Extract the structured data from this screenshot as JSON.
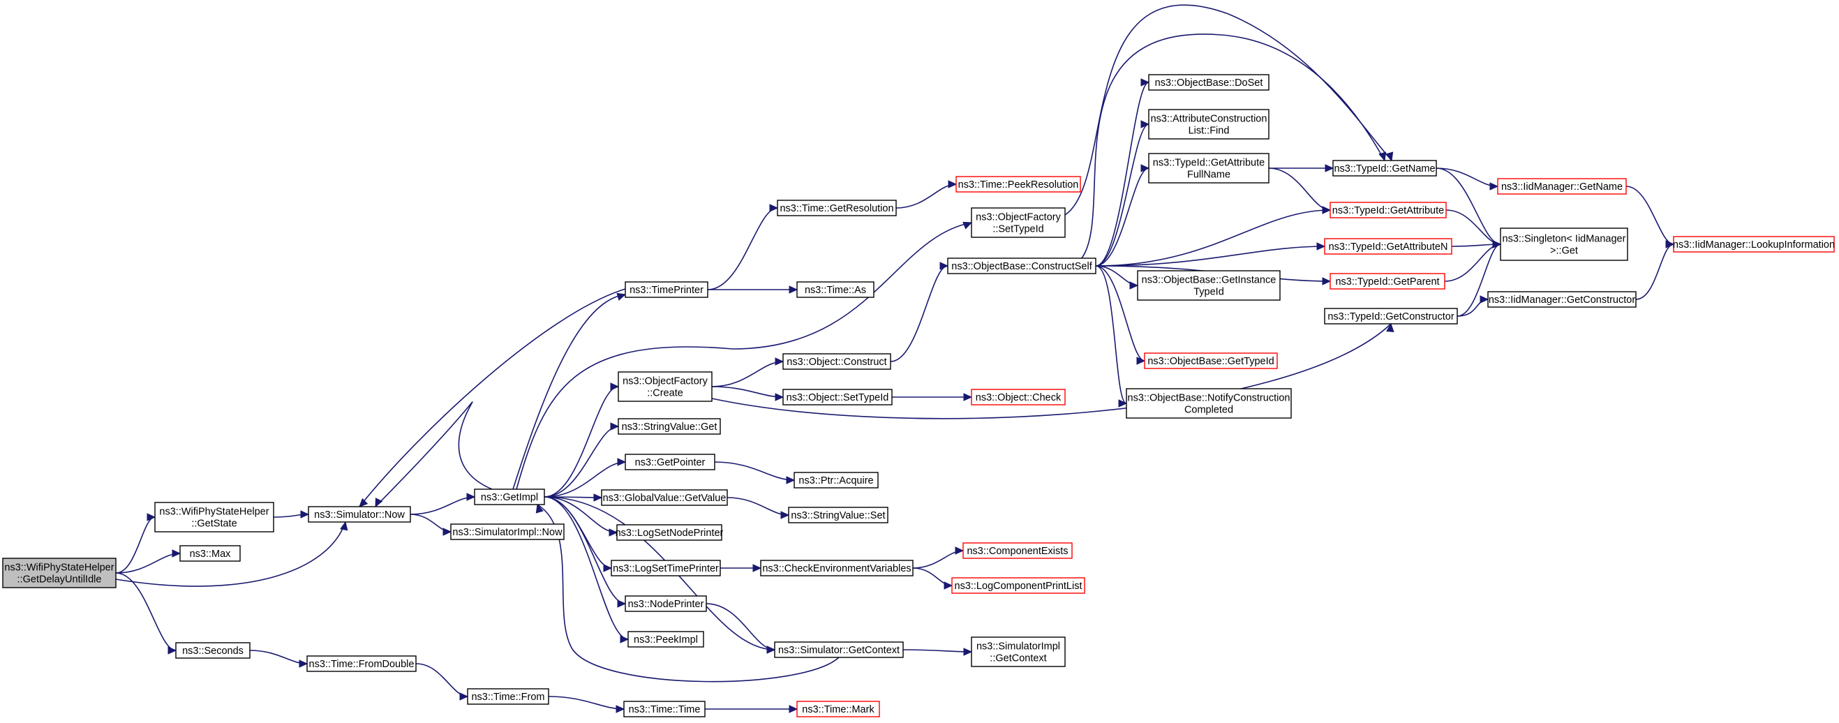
{
  "colors": {
    "edge": "#191970",
    "box_border": "#000000",
    "truncated_border": "#ff0000",
    "root_fill": "#bfbfbf",
    "node_fill": "#ffffff",
    "text": "#000000"
  },
  "graph": {
    "type": "call-graph",
    "nodes": [
      {
        "id": "root",
        "lines": [
          "ns3::WifiPhyStateHelper",
          "::GetDelayUntilIdle"
        ],
        "root": true
      },
      {
        "id": "getstate",
        "lines": [
          "ns3::WifiPhyStateHelper",
          "::GetState"
        ]
      },
      {
        "id": "max",
        "lines": [
          "ns3::Max"
        ]
      },
      {
        "id": "seconds",
        "lines": [
          "ns3::Seconds"
        ]
      },
      {
        "id": "simnow",
        "lines": [
          "ns3::Simulator::Now"
        ]
      },
      {
        "id": "getimpl",
        "lines": [
          "ns3::GetImpl"
        ]
      },
      {
        "id": "simimplnow",
        "lines": [
          "ns3::SimulatorImpl::Now"
        ]
      },
      {
        "id": "fromdouble",
        "lines": [
          "ns3::Time::FromDouble"
        ]
      },
      {
        "id": "timefrom",
        "lines": [
          "ns3::Time::From"
        ]
      },
      {
        "id": "timetime",
        "lines": [
          "ns3::Time::Time"
        ]
      },
      {
        "id": "timemark",
        "lines": [
          "ns3::Time::Mark"
        ],
        "truncated": true
      },
      {
        "id": "timeprinter",
        "lines": [
          "ns3::TimePrinter"
        ]
      },
      {
        "id": "getresolution",
        "lines": [
          "ns3::Time::GetResolution"
        ]
      },
      {
        "id": "peekresolution",
        "lines": [
          "ns3::Time::PeekResolution"
        ],
        "truncated": true
      },
      {
        "id": "timeas",
        "lines": [
          "ns3::Time::As"
        ]
      },
      {
        "id": "ofcreate",
        "lines": [
          "ns3::ObjectFactory",
          "::Create"
        ]
      },
      {
        "id": "objconstruct",
        "lines": [
          "ns3::Object::Construct"
        ]
      },
      {
        "id": "objsettypeid",
        "lines": [
          "ns3::Object::SetTypeId"
        ]
      },
      {
        "id": "objcheck",
        "lines": [
          "ns3::Object::Check"
        ],
        "truncated": true
      },
      {
        "id": "stringvalueget",
        "lines": [
          "ns3::StringValue::Get"
        ]
      },
      {
        "id": "getpointer",
        "lines": [
          "ns3::GetPointer"
        ]
      },
      {
        "id": "ptracquire",
        "lines": [
          "ns3::Ptr::Acquire"
        ]
      },
      {
        "id": "gvgetvalue",
        "lines": [
          "ns3::GlobalValue::GetValue"
        ]
      },
      {
        "id": "stringvalueset",
        "lines": [
          "ns3::StringValue::Set"
        ]
      },
      {
        "id": "logsetnodeprinter",
        "lines": [
          "ns3::LogSetNodePrinter"
        ]
      },
      {
        "id": "logsettimeprinter",
        "lines": [
          "ns3::LogSetTimePrinter"
        ]
      },
      {
        "id": "checkenv",
        "lines": [
          "ns3::CheckEnvironmentVariables"
        ]
      },
      {
        "id": "componentexists",
        "lines": [
          "ns3::ComponentExists"
        ],
        "truncated": true
      },
      {
        "id": "logcompprintlist",
        "lines": [
          "ns3::LogComponentPrintList"
        ],
        "truncated": true
      },
      {
        "id": "nodeprinter",
        "lines": [
          "ns3::NodePrinter"
        ]
      },
      {
        "id": "peekimpl",
        "lines": [
          "ns3::PeekImpl"
        ]
      },
      {
        "id": "simgetcontext",
        "lines": [
          "ns3::Simulator::GetContext"
        ]
      },
      {
        "id": "simimplgetcontext",
        "lines": [
          "ns3::SimulatorImpl",
          "::GetContext"
        ]
      },
      {
        "id": "ofsettypeid",
        "lines": [
          "ns3::ObjectFactory",
          "::SetTypeId"
        ]
      },
      {
        "id": "constructself",
        "lines": [
          "ns3::ObjectBase::ConstructSelf"
        ]
      },
      {
        "id": "obdoset",
        "lines": [
          "ns3::ObjectBase::DoSet"
        ]
      },
      {
        "id": "aclfind",
        "lines": [
          "ns3::AttributeConstruction",
          "List::Find"
        ]
      },
      {
        "id": "tidgetattrfull",
        "lines": [
          "ns3::TypeId::GetAttribute",
          "FullName"
        ]
      },
      {
        "id": "tidgetname",
        "lines": [
          "ns3::TypeId::GetName"
        ]
      },
      {
        "id": "iidgetname",
        "lines": [
          "ns3::IidManager::GetName"
        ],
        "truncated": true
      },
      {
        "id": "tidgetattribute",
        "lines": [
          "ns3::TypeId::GetAttribute"
        ],
        "truncated": true
      },
      {
        "id": "singletonget",
        "lines": [
          "ns3::Singleton< IidManager",
          " >::Get"
        ]
      },
      {
        "id": "lookupinfo",
        "lines": [
          "ns3::IidManager::LookupInformation"
        ],
        "truncated": true
      },
      {
        "id": "tidgetattributen",
        "lines": [
          "ns3::TypeId::GetAttributeN"
        ],
        "truncated": true
      },
      {
        "id": "obgetinstancetid",
        "lines": [
          "ns3::ObjectBase::GetInstance",
          "TypeId"
        ]
      },
      {
        "id": "tidgetparent",
        "lines": [
          "ns3::TypeId::GetParent"
        ],
        "truncated": true
      },
      {
        "id": "tidgetconstructor",
        "lines": [
          "ns3::TypeId::GetConstructor"
        ]
      },
      {
        "id": "iidgetconstructor",
        "lines": [
          "ns3::IidManager::GetConstructor"
        ]
      },
      {
        "id": "obgettypeid",
        "lines": [
          "ns3::ObjectBase::GetTypeId"
        ],
        "truncated": true
      },
      {
        "id": "obnotifyconstruction",
        "lines": [
          "ns3::ObjectBase::NotifyConstruction",
          "Completed"
        ]
      }
    ],
    "edges": [
      [
        "root",
        "getstate"
      ],
      [
        "root",
        "max"
      ],
      [
        "root",
        "seconds"
      ],
      [
        "root",
        "simnow"
      ],
      [
        "getstate",
        "simnow"
      ],
      [
        "simnow",
        "getimpl"
      ],
      [
        "simnow",
        "simimplnow"
      ],
      [
        "seconds",
        "fromdouble"
      ],
      [
        "fromdouble",
        "timefrom"
      ],
      [
        "timefrom",
        "timetime"
      ],
      [
        "timetime",
        "timemark"
      ],
      [
        "getimpl",
        "simnow"
      ],
      [
        "getimpl",
        "timeprinter"
      ],
      [
        "getimpl",
        "ofsettypeid"
      ],
      [
        "getimpl",
        "ofcreate"
      ],
      [
        "getimpl",
        "stringvalueget"
      ],
      [
        "getimpl",
        "getpointer"
      ],
      [
        "getimpl",
        "gvgetvalue"
      ],
      [
        "getimpl",
        "logsetnodeprinter"
      ],
      [
        "getimpl",
        "logsettimeprinter"
      ],
      [
        "getimpl",
        "nodeprinter"
      ],
      [
        "getimpl",
        "peekimpl"
      ],
      [
        "getimpl",
        "simgetcontext"
      ],
      [
        "timeprinter",
        "simnow"
      ],
      [
        "timeprinter",
        "getresolution"
      ],
      [
        "timeprinter",
        "timeas"
      ],
      [
        "getresolution",
        "peekresolution"
      ],
      [
        "ofcreate",
        "objconstruct"
      ],
      [
        "ofcreate",
        "objsettypeid"
      ],
      [
        "ofcreate",
        "tidgetconstructor"
      ],
      [
        "objconstruct",
        "constructself"
      ],
      [
        "objsettypeid",
        "objcheck"
      ],
      [
        "getpointer",
        "ptracquire"
      ],
      [
        "gvgetvalue",
        "stringvalueset"
      ],
      [
        "logsettimeprinter",
        "checkenv"
      ],
      [
        "checkenv",
        "componentexists"
      ],
      [
        "checkenv",
        "logcompprintlist"
      ],
      [
        "nodeprinter",
        "simgetcontext"
      ],
      [
        "simgetcontext",
        "getimpl"
      ],
      [
        "simgetcontext",
        "simimplgetcontext"
      ],
      [
        "ofsettypeid",
        "tidgetname"
      ],
      [
        "constructself",
        "obdoset"
      ],
      [
        "constructself",
        "aclfind"
      ],
      [
        "constructself",
        "tidgetattrfull"
      ],
      [
        "constructself",
        "tidgetname"
      ],
      [
        "constructself",
        "tidgetattribute"
      ],
      [
        "constructself",
        "tidgetattributen"
      ],
      [
        "constructself",
        "obgetinstancetid"
      ],
      [
        "constructself",
        "tidgetparent"
      ],
      [
        "constructself",
        "obgettypeid"
      ],
      [
        "constructself",
        "obnotifyconstruction"
      ],
      [
        "tidgetattrfull",
        "tidgetname"
      ],
      [
        "tidgetattrfull",
        "tidgetattribute"
      ],
      [
        "tidgetname",
        "iidgetname"
      ],
      [
        "tidgetname",
        "singletonget"
      ],
      [
        "iidgetname",
        "lookupinfo"
      ],
      [
        "tidgetattribute",
        "singletonget"
      ],
      [
        "tidgetattributen",
        "singletonget"
      ],
      [
        "tidgetparent",
        "singletonget"
      ],
      [
        "tidgetconstructor",
        "singletonget"
      ],
      [
        "tidgetconstructor",
        "iidgetconstructor"
      ],
      [
        "iidgetconstructor",
        "lookupinfo"
      ]
    ]
  }
}
